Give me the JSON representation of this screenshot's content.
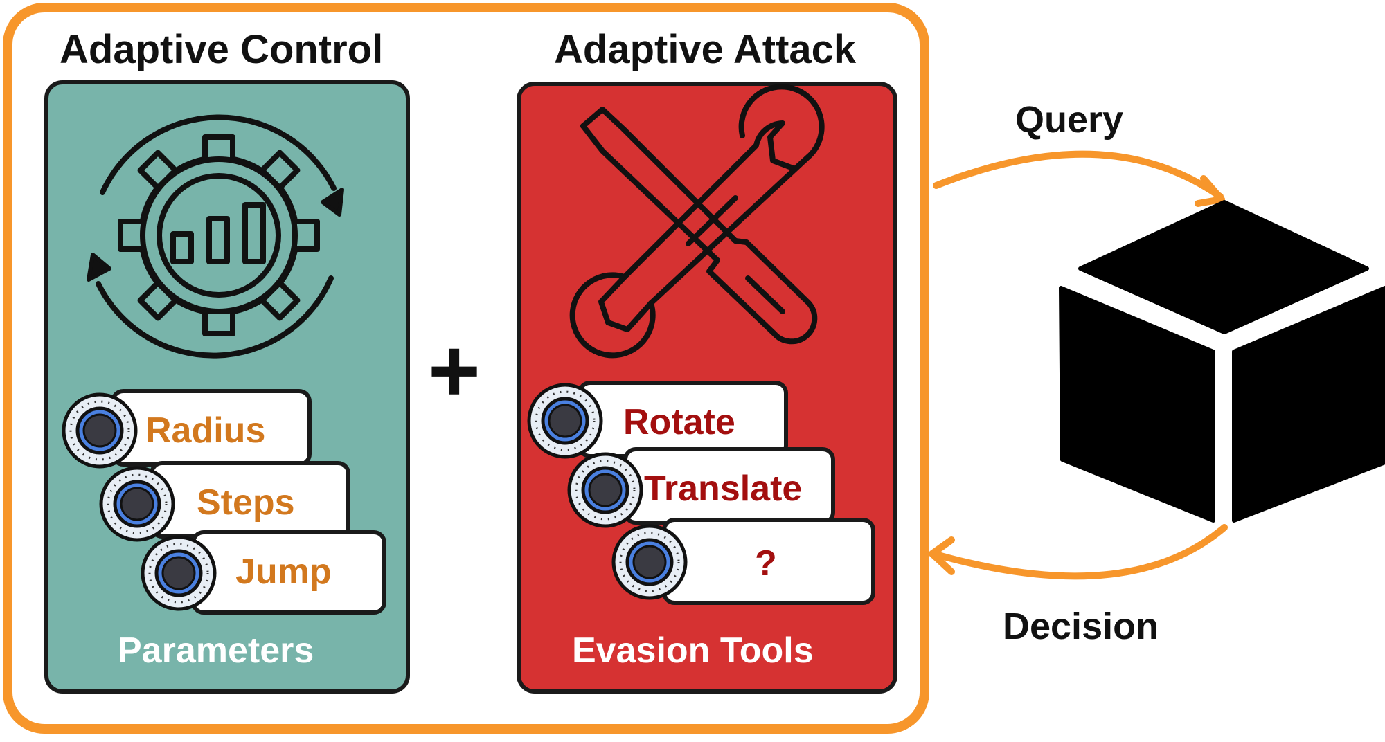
{
  "left_block": {
    "heading": "Adaptive Control",
    "footer": "Parameters",
    "items": [
      "Radius",
      "Steps",
      "Jump"
    ]
  },
  "right_block": {
    "heading": "Adaptive Attack",
    "footer": "Evasion Tools",
    "items": [
      "Rotate",
      "Translate",
      "?"
    ]
  },
  "operator": "+",
  "flow": {
    "query_label": "Query",
    "decision_label": "Decision"
  },
  "icons": {
    "left_panel": "gear-cycle-chart-icon",
    "right_panel": "wrench-screwdriver-icon",
    "knob": "dial-knob-icon",
    "black_box": "cube-icon"
  },
  "colors": {
    "frame": "#F7962B",
    "left_panel": "#78B4AA",
    "right_panel": "#D63232",
    "left_item_text": "#D2781E",
    "right_item_text": "#A30F0F",
    "arrows": "#F7962B"
  }
}
